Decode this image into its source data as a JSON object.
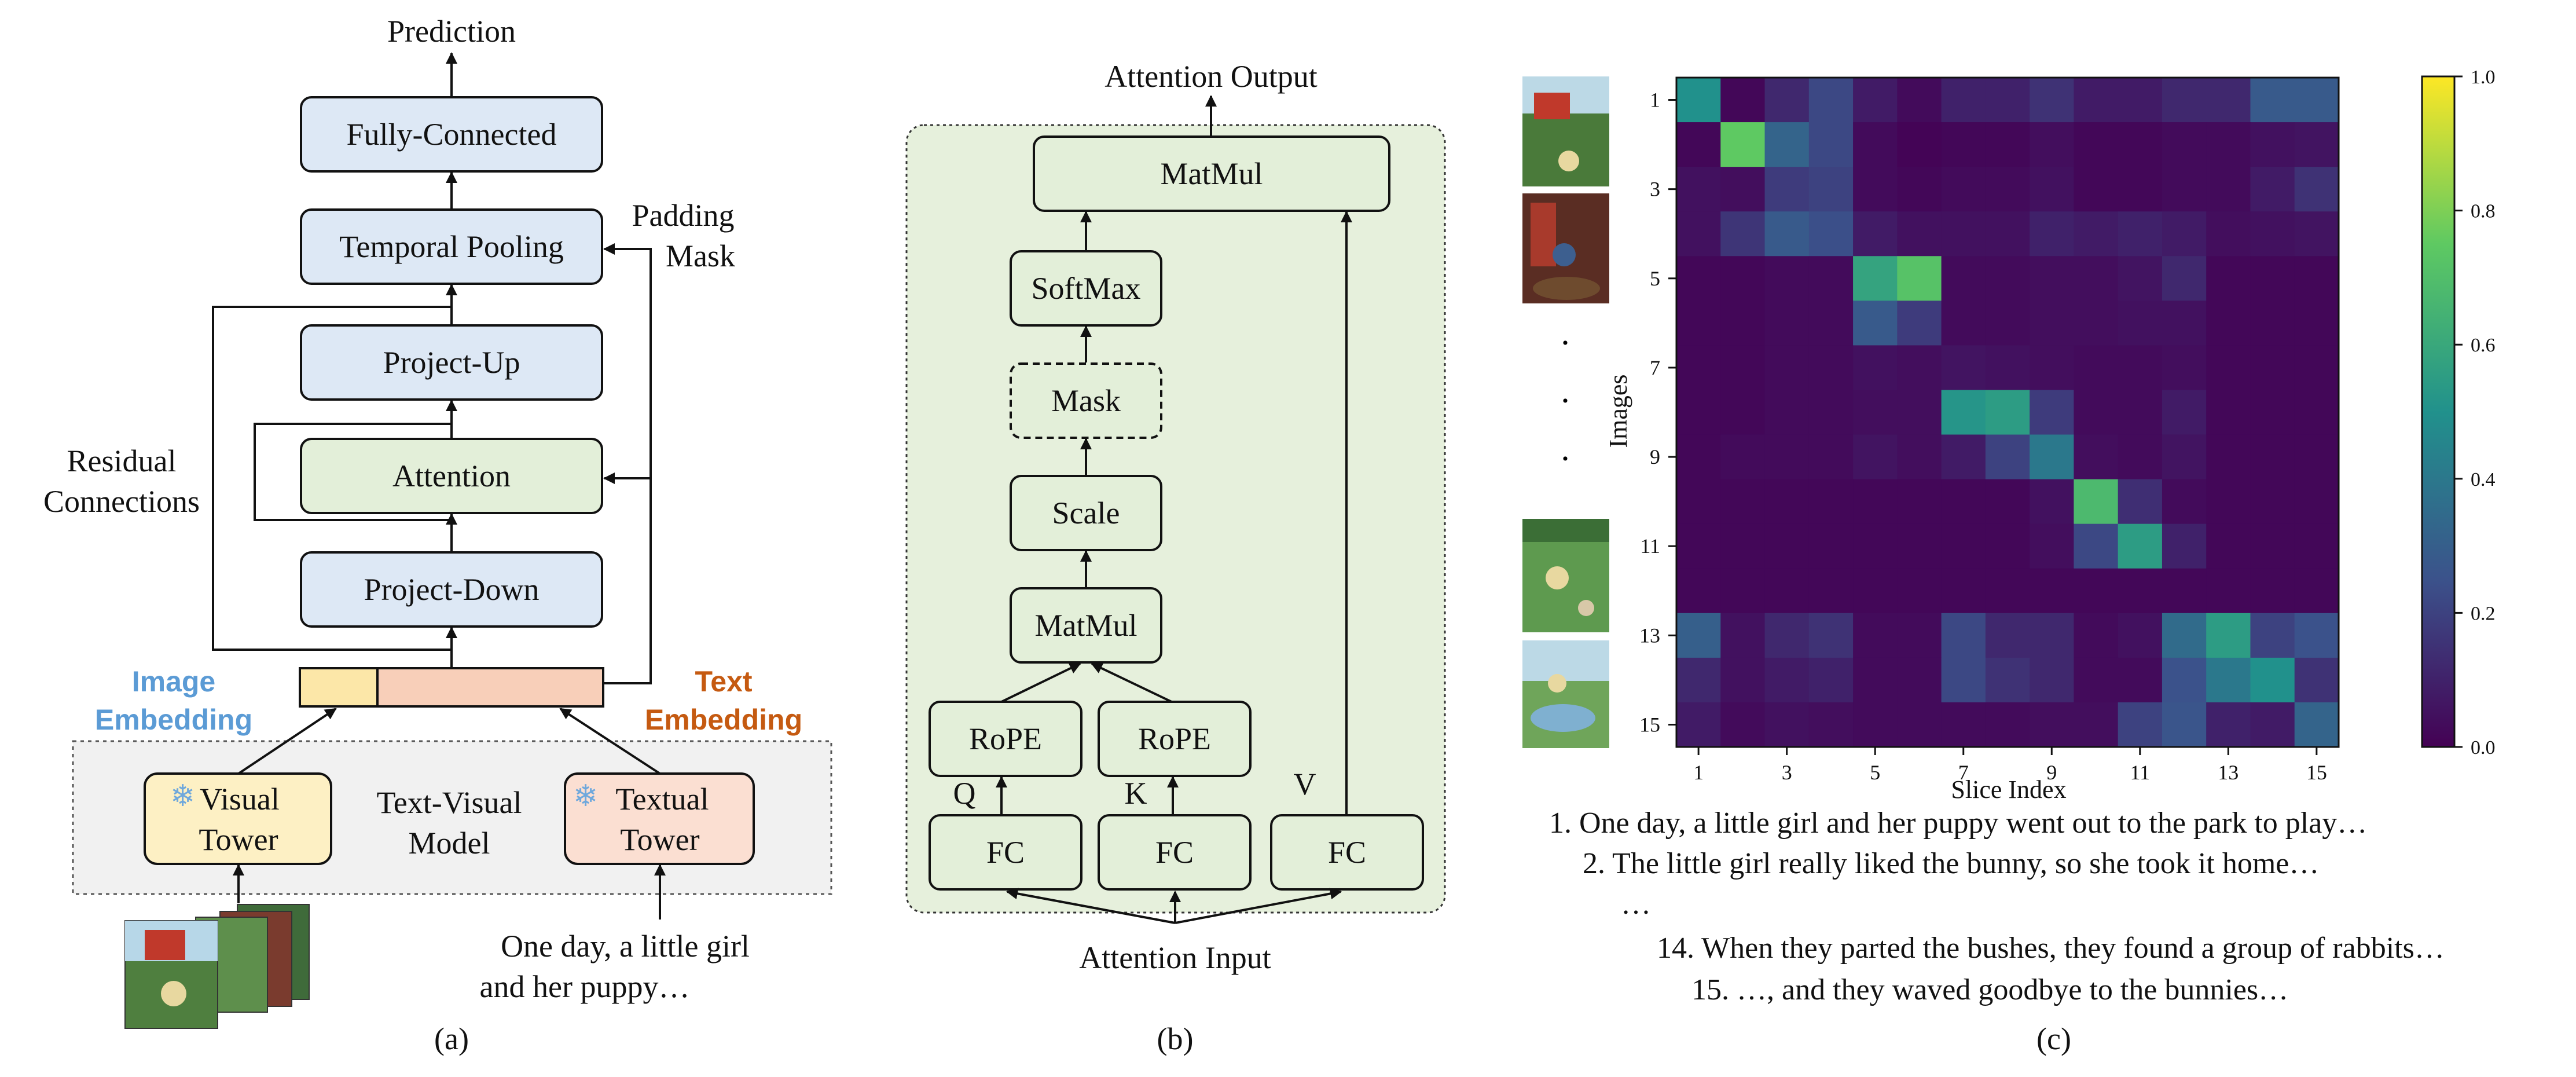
{
  "panel_a": {
    "prediction": "Prediction",
    "fully_connected": "Fully-Connected",
    "temporal_pooling": "Temporal Pooling",
    "padding_mask_1": "Padding",
    "padding_mask_2": "Mask",
    "project_up": "Project-Up",
    "attention": "Attention",
    "project_down": "Project-Down",
    "residual_1": "Residual",
    "residual_2": "Connections",
    "image_embedding_1": "Image",
    "image_embedding_2": "Embedding",
    "text_embedding_1": "Text",
    "text_embedding_2": "Embedding",
    "visual_tower_1": "Visual",
    "visual_tower_2": "Tower",
    "model_1": "Text-Visual",
    "model_2": "Model",
    "textual_tower_1": "Textual",
    "textual_tower_2": "Tower",
    "input_text_1": "One day, a little girl",
    "input_text_2": "and her puppy…",
    "caption": "(a)",
    "colors": {
      "image_embedding": "#5b9bd5",
      "text_embedding": "#c55a11"
    }
  },
  "panel_b": {
    "attention_output": "Attention Output",
    "matmul_top": "MatMul",
    "softmax": "SoftMax",
    "mask": "Mask",
    "scale": "Scale",
    "matmul_mid": "MatMul",
    "rope_q": "RoPE",
    "rope_k": "RoPE",
    "q": "Q",
    "k": "K",
    "v": "V",
    "fc_q": "FC",
    "fc_k": "FC",
    "fc_v": "FC",
    "attention_input": "Attention Input",
    "caption": "(b)"
  },
  "panel_c": {
    "ylabel": "Images",
    "xlabel": "Slice Index",
    "colorbar_ticks": [
      "1.0",
      "0.8",
      "0.6",
      "0.4",
      "0.2",
      "0.0"
    ],
    "captions": [
      "1. One day, a little girl and her puppy went out to the park to play…",
      "2. The little girl really liked the bunny, so she took it home…",
      "…",
      "14. When they parted the bushes, they found a group of rabbits…",
      "15. …, and they waved goodbye to the bunnies…"
    ],
    "caption": "(c)"
  },
  "chart_data": {
    "type": "heatmap",
    "title": "",
    "xlabel": "Slice Index",
    "ylabel": "Images",
    "x_ticks": [
      "1",
      "3",
      "5",
      "7",
      "9",
      "11",
      "13",
      "15"
    ],
    "y_ticks": [
      "1",
      "3",
      "5",
      "7",
      "9",
      "11",
      "13",
      "15"
    ],
    "x": [
      1,
      2,
      3,
      4,
      5,
      6,
      7,
      8,
      9,
      10,
      11,
      12,
      13,
      14,
      15
    ],
    "y": [
      1,
      2,
      3,
      4,
      5,
      6,
      7,
      8,
      9,
      10,
      11,
      12,
      13,
      14,
      15
    ],
    "colorbar_range": [
      0.0,
      1.0
    ],
    "colormap": "viridis",
    "values": [
      [
        0.5,
        0.02,
        0.12,
        0.22,
        0.08,
        0.03,
        0.1,
        0.1,
        0.15,
        0.08,
        0.08,
        0.12,
        0.12,
        0.28,
        0.28
      ],
      [
        0.02,
        0.75,
        0.32,
        0.22,
        0.03,
        0.01,
        0.02,
        0.02,
        0.04,
        0.02,
        0.02,
        0.03,
        0.03,
        0.05,
        0.06
      ],
      [
        0.05,
        0.04,
        0.18,
        0.2,
        0.03,
        0.02,
        0.03,
        0.03,
        0.05,
        0.02,
        0.02,
        0.03,
        0.03,
        0.08,
        0.15
      ],
      [
        0.05,
        0.16,
        0.28,
        0.24,
        0.08,
        0.05,
        0.05,
        0.05,
        0.1,
        0.08,
        0.1,
        0.08,
        0.04,
        0.05,
        0.06
      ],
      [
        0.02,
        0.02,
        0.03,
        0.03,
        0.58,
        0.72,
        0.03,
        0.03,
        0.04,
        0.04,
        0.06,
        0.12,
        0.02,
        0.02,
        0.02
      ],
      [
        0.02,
        0.02,
        0.03,
        0.03,
        0.28,
        0.18,
        0.03,
        0.03,
        0.04,
        0.04,
        0.05,
        0.05,
        0.02,
        0.02,
        0.02
      ],
      [
        0.02,
        0.02,
        0.03,
        0.03,
        0.05,
        0.04,
        0.06,
        0.05,
        0.04,
        0.03,
        0.03,
        0.04,
        0.02,
        0.02,
        0.02
      ],
      [
        0.02,
        0.02,
        0.03,
        0.03,
        0.04,
        0.04,
        0.52,
        0.55,
        0.18,
        0.03,
        0.03,
        0.08,
        0.02,
        0.02,
        0.02
      ],
      [
        0.02,
        0.03,
        0.03,
        0.03,
        0.06,
        0.04,
        0.08,
        0.2,
        0.4,
        0.04,
        0.03,
        0.06,
        0.02,
        0.02,
        0.02
      ],
      [
        0.02,
        0.02,
        0.02,
        0.02,
        0.02,
        0.02,
        0.02,
        0.02,
        0.05,
        0.68,
        0.14,
        0.03,
        0.02,
        0.02,
        0.02
      ],
      [
        0.02,
        0.02,
        0.02,
        0.02,
        0.02,
        0.02,
        0.02,
        0.02,
        0.04,
        0.22,
        0.55,
        0.1,
        0.02,
        0.02,
        0.02
      ],
      [
        0.02,
        0.02,
        0.02,
        0.02,
        0.02,
        0.02,
        0.02,
        0.02,
        0.02,
        0.02,
        0.02,
        0.02,
        0.02,
        0.02,
        0.02
      ],
      [
        0.3,
        0.05,
        0.12,
        0.15,
        0.03,
        0.03,
        0.22,
        0.12,
        0.12,
        0.03,
        0.05,
        0.35,
        0.55,
        0.2,
        0.25
      ],
      [
        0.12,
        0.05,
        0.08,
        0.1,
        0.03,
        0.03,
        0.22,
        0.15,
        0.12,
        0.03,
        0.03,
        0.25,
        0.4,
        0.5,
        0.15
      ],
      [
        0.08,
        0.03,
        0.05,
        0.04,
        0.03,
        0.03,
        0.03,
        0.03,
        0.04,
        0.04,
        0.2,
        0.26,
        0.1,
        0.08,
        0.32
      ]
    ]
  }
}
